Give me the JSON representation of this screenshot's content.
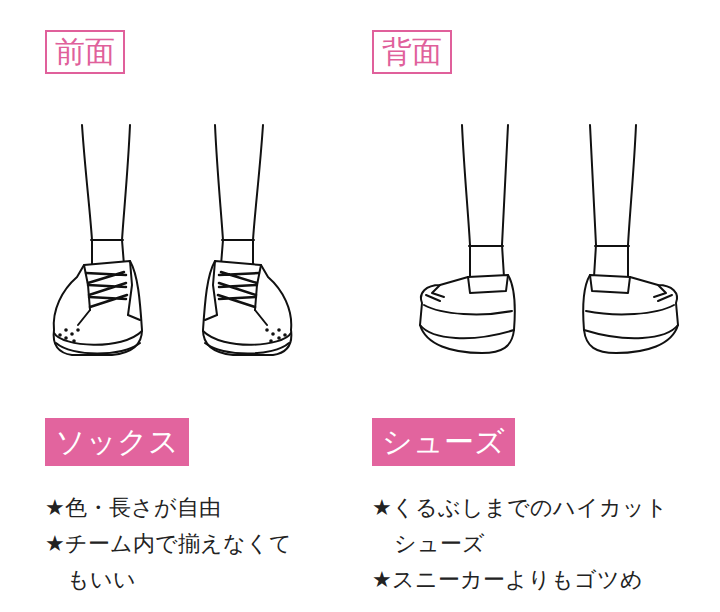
{
  "diagram": {
    "nodes": [
      {
        "text": [
          "前面"
        ]
      },
      {
        "text": [
          "背面"
        ]
      },
      {
        "text": [
          "ソックス"
        ]
      },
      {
        "text": [
          "シューズ"
        ]
      }
    ],
    "labels": [
      "★色・長さが自由",
      "★チーム内で揃えなくてもいい",
      "★くるぶしまでのハイカットシューズ",
      "★スニーカーよりもゴツめ"
    ]
  }
}
